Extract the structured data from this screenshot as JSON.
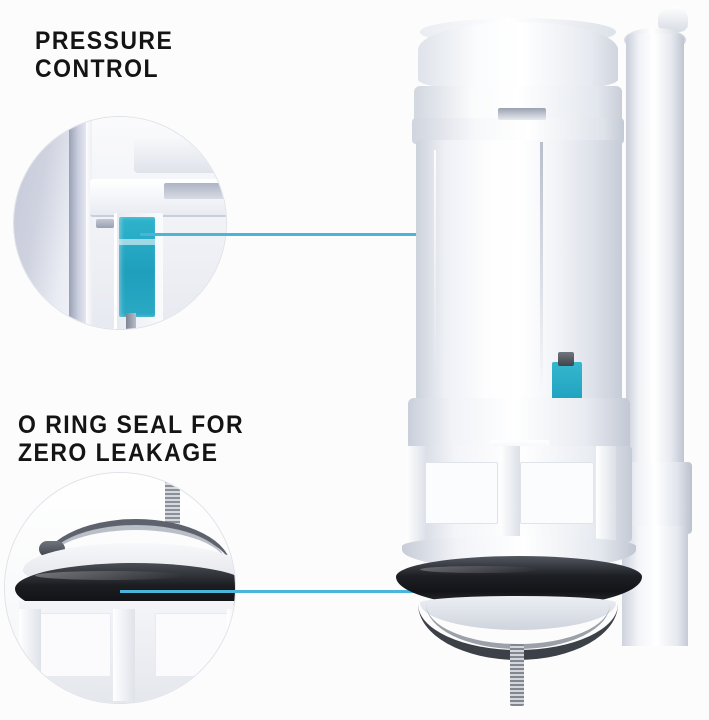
{
  "image": {
    "subject": "toilet flush valve assembly",
    "background_color": "#fcfcfc"
  },
  "callouts": [
    {
      "id": "pressure-control",
      "title": "PRESSURE\nCONTROL",
      "detail_label": "magnified view of teal pressure control slider",
      "leader_color": "#4ab5d8"
    },
    {
      "id": "o-ring-seal",
      "title": "O RING SEAL FOR\nZERO LEAKAGE",
      "detail_label": "magnified view of black rubber o ring seal",
      "leader_color": "#4ab5d8"
    }
  ],
  "colors": {
    "accent_teal": "#29afc9",
    "leader_line": "#4ab5d8",
    "seal_black": "#16181c",
    "plastic_white": "#ffffff",
    "text": "#141414"
  },
  "product_parts": {
    "valve_cap": "valve cap",
    "valve_body": "valve body",
    "pressure_slider": "pressure control slider",
    "cage_frame": "open cage frame",
    "o_ring": "o ring seal",
    "metal_bracket": "metal bracket clip",
    "threaded_bolt": "threaded bolt",
    "overflow_tube": "overflow tube"
  }
}
